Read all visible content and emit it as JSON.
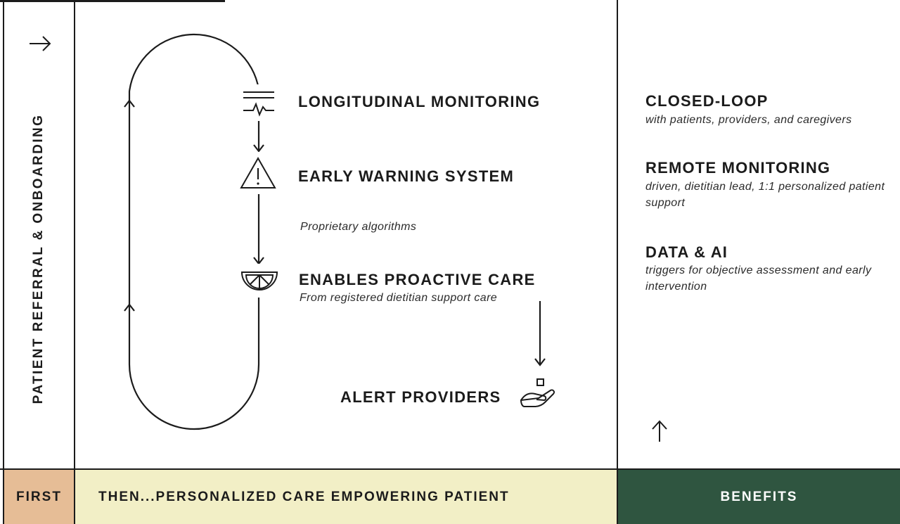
{
  "sidebar": {
    "label": "PATIENT REFERRAL & ONBOARDING",
    "arrow_icon": "arrow-right-icon"
  },
  "flow": {
    "steps": [
      {
        "title": "LONGITUDINAL MONITORING",
        "icon": "heartbeat-monitor-icon"
      },
      {
        "title": "EARLY WARNING SYSTEM",
        "icon": "warning-triangle-icon",
        "note": "Proprietary algorithms"
      },
      {
        "title": "ENABLES PROACTIVE CARE",
        "icon": "citrus-slice-icon",
        "note": "From registered dietitian support care"
      },
      {
        "title": "ALERT PROVIDERS",
        "icon": "hand-sparkle-icon"
      }
    ]
  },
  "benefits": {
    "items": [
      {
        "title": "CLOSED-LOOP",
        "desc": "with patients, providers, and caregivers"
      },
      {
        "title": "REMOTE MONITORING",
        "desc": "driven, dietitian lead, 1:1 personalized patient support"
      },
      {
        "title": "DATA & AI",
        "desc": "triggers for objective assessment and early intervention"
      }
    ],
    "arrow_icon": "arrow-up-icon"
  },
  "footer": {
    "first": "FIRST",
    "then": "THEN...PERSONALIZED CARE EMPOWERING PATIENT",
    "benefits": "BENEFITS"
  },
  "colors": {
    "first_bg": "#e6bd96",
    "then_bg": "#f2efc6",
    "benefits_bg": "#2f5540",
    "ink": "#1b1b1b"
  }
}
